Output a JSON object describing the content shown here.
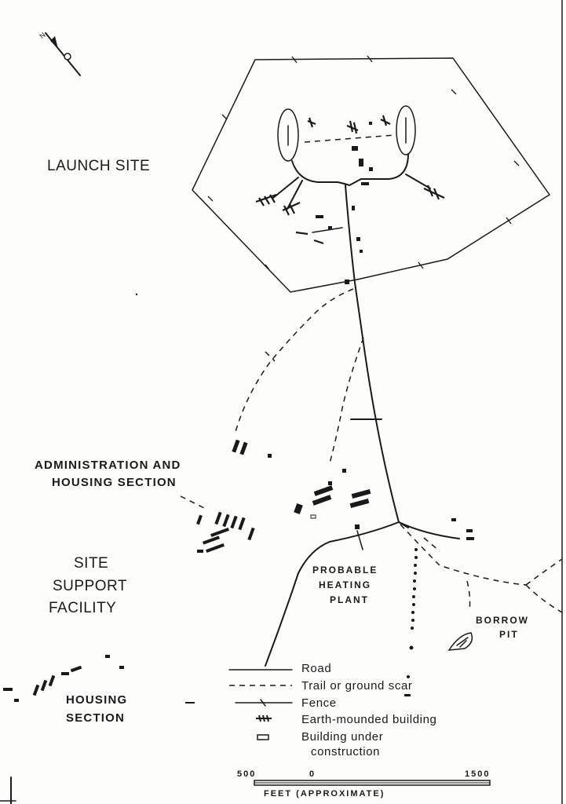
{
  "labels": {
    "launch_site": "LAUNCH SITE",
    "admin_line1": "ADMINISTRATION AND",
    "admin_line2": "HOUSING SECTION",
    "support_line1": "SITE",
    "support_line2": "SUPPORT",
    "support_line3": "FACILITY",
    "heating_line1": "PROBABLE",
    "heating_line2": "HEATING",
    "heating_line3": "PLANT",
    "borrow_line1": "BORROW",
    "borrow_line2": "PIT",
    "housing_line1": "HOUSING",
    "housing_line2": "SECTION"
  },
  "legend": {
    "road": "Road",
    "trail": "Trail or ground scar",
    "fence": "Fence",
    "earth": "Earth-mounded building",
    "construction_line1": "Building under",
    "construction_line2": "construction"
  },
  "scale": {
    "left": "500",
    "zero": "0",
    "right": "1500",
    "unit": "FEET (APPROXIMATE)"
  },
  "north_arrow": {
    "icon": "north-arrow-icon",
    "label": "N"
  },
  "colors": {
    "ink": "#1a1a1a",
    "paper": "#fdfdfb"
  }
}
